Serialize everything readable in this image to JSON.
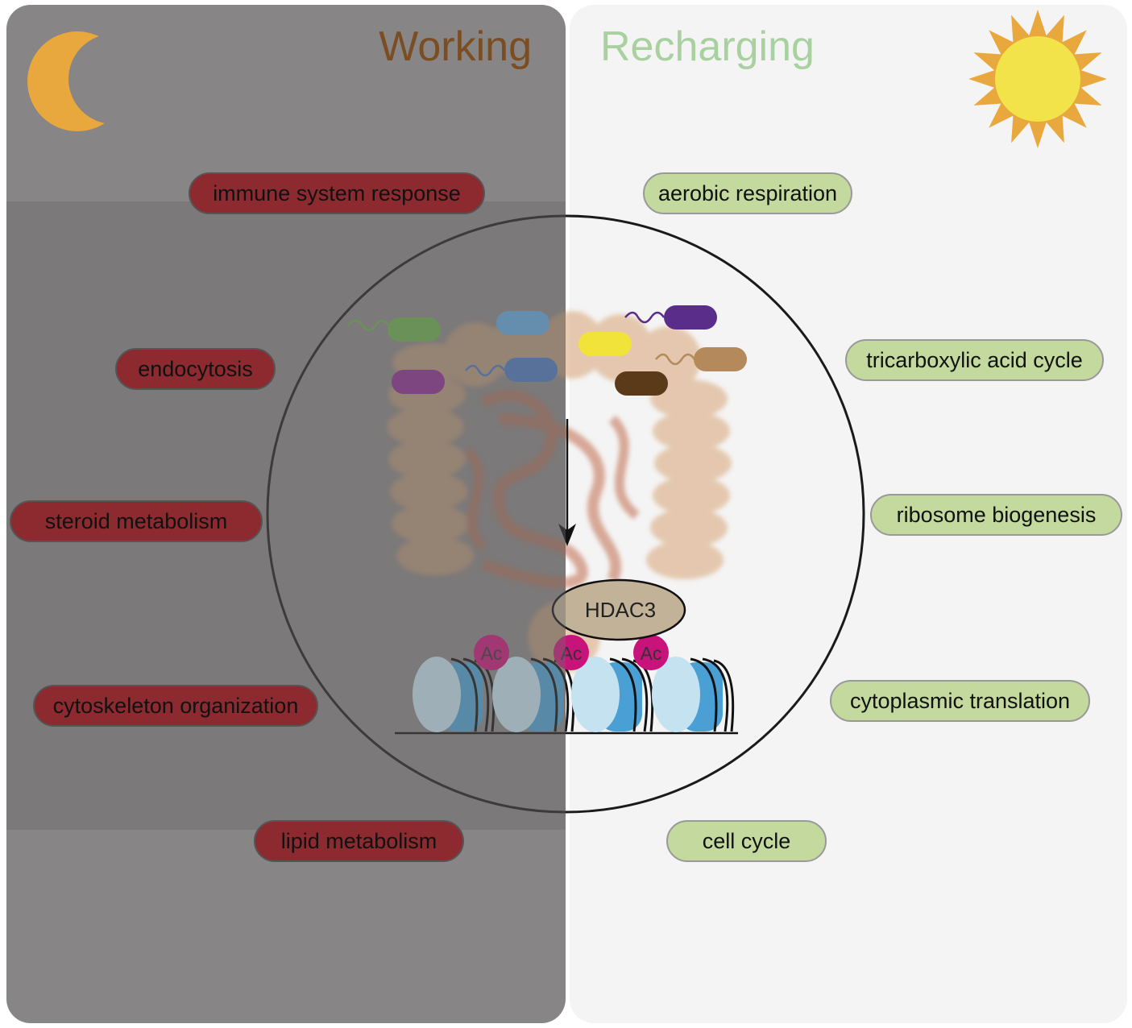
{
  "headings": {
    "working": "Working",
    "recharging": "Recharging"
  },
  "icons": {
    "moon": "crescent-moon-icon",
    "sun": "sun-icon"
  },
  "working_processes": [
    "immune system response",
    "endocytosis",
    "steroid metabolism",
    "cytoskeleton organization",
    "lipid metabolism"
  ],
  "recharging_processes": [
    "aerobic respiration",
    "tricarboxylic acid cycle",
    "ribosome biogenesis",
    "cytoplasmic translation",
    "cell cycle"
  ],
  "center": {
    "enzyme_label": "HDAC3",
    "acetyl_label": "Ac"
  },
  "colors": {
    "working_panel": "#878585",
    "recharging_panel": "#f4f4f4",
    "working_pill": "#8c2a30",
    "recharging_pill": "#c3d99d",
    "working_heading": "#7a4d22",
    "recharging_heading": "#a9d1a0",
    "moon": "#e9a83d",
    "sun_core": "#f3e34b",
    "sun_rays": "#e9a83d",
    "hdac3": "#c2b298",
    "acetyl": "#c8137b",
    "nucleosome": "#6bb2dc"
  },
  "bacteria_colors": [
    "#6ab04c",
    "#5fa8e0",
    "#8a2d91",
    "#4a78c0",
    "#f2e33a",
    "#5b2d8a",
    "#b48a5c",
    "#5a3a18"
  ]
}
